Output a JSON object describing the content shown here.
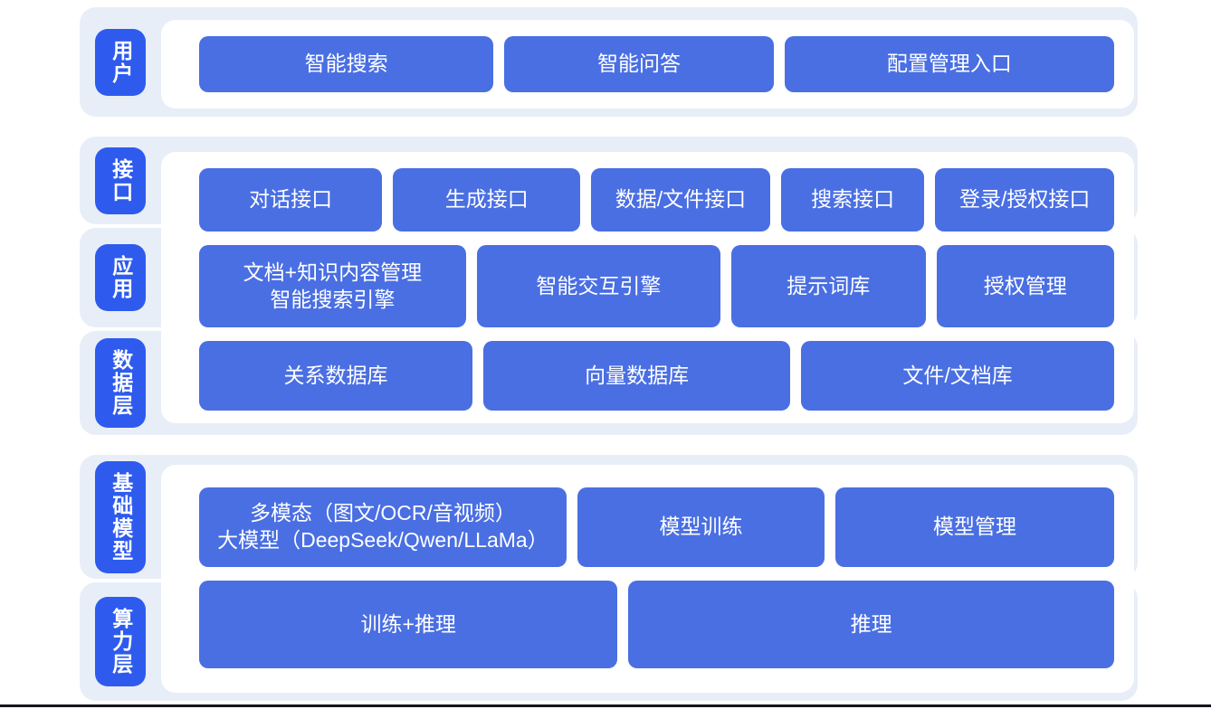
{
  "colors": {
    "band_bg": "#E8EEF7",
    "label_pill_blue": "#2E5BEE",
    "node_button_blue": "#4A6FE3",
    "text_white": "#FFFFFF",
    "bottom_rule": "#15151D"
  },
  "sections": [
    {
      "name": "user-layer",
      "layers": [
        {
          "label": "用户",
          "buttons": [
            {
              "text": "智能搜索"
            },
            {
              "text": "智能问答"
            },
            {
              "text": "配置管理入口"
            }
          ]
        }
      ]
    },
    {
      "name": "interface-application-data",
      "layers": [
        {
          "label": "接口",
          "buttons": [
            {
              "text": "对话接口"
            },
            {
              "text": "生成接口"
            },
            {
              "text": "数据/文件接口"
            },
            {
              "text": "搜索接口"
            },
            {
              "text": "登录/授权接口"
            }
          ]
        },
        {
          "label": "应用",
          "buttons": [
            {
              "text": "文档+知识内容管理\n智能搜索引擎"
            },
            {
              "text": "智能交互引擎"
            },
            {
              "text": "提示词库"
            },
            {
              "text": "授权管理"
            }
          ]
        },
        {
          "label": "数据层",
          "buttons": [
            {
              "text": "关系数据库"
            },
            {
              "text": "向量数据库"
            },
            {
              "text": "文件/文档库"
            }
          ]
        }
      ]
    },
    {
      "name": "foundation-model-compute",
      "layers": [
        {
          "label": "基础模型",
          "buttons": [
            {
              "text": "多模态（图文/OCR/音视频）\n大模型（DeepSeek/Qwen/LLaMa）"
            },
            {
              "text": "模型训练"
            },
            {
              "text": "模型管理"
            }
          ]
        },
        {
          "label": "算力层",
          "buttons": [
            {
              "text": "训练+推理"
            },
            {
              "text": "推理"
            }
          ]
        }
      ]
    }
  ]
}
